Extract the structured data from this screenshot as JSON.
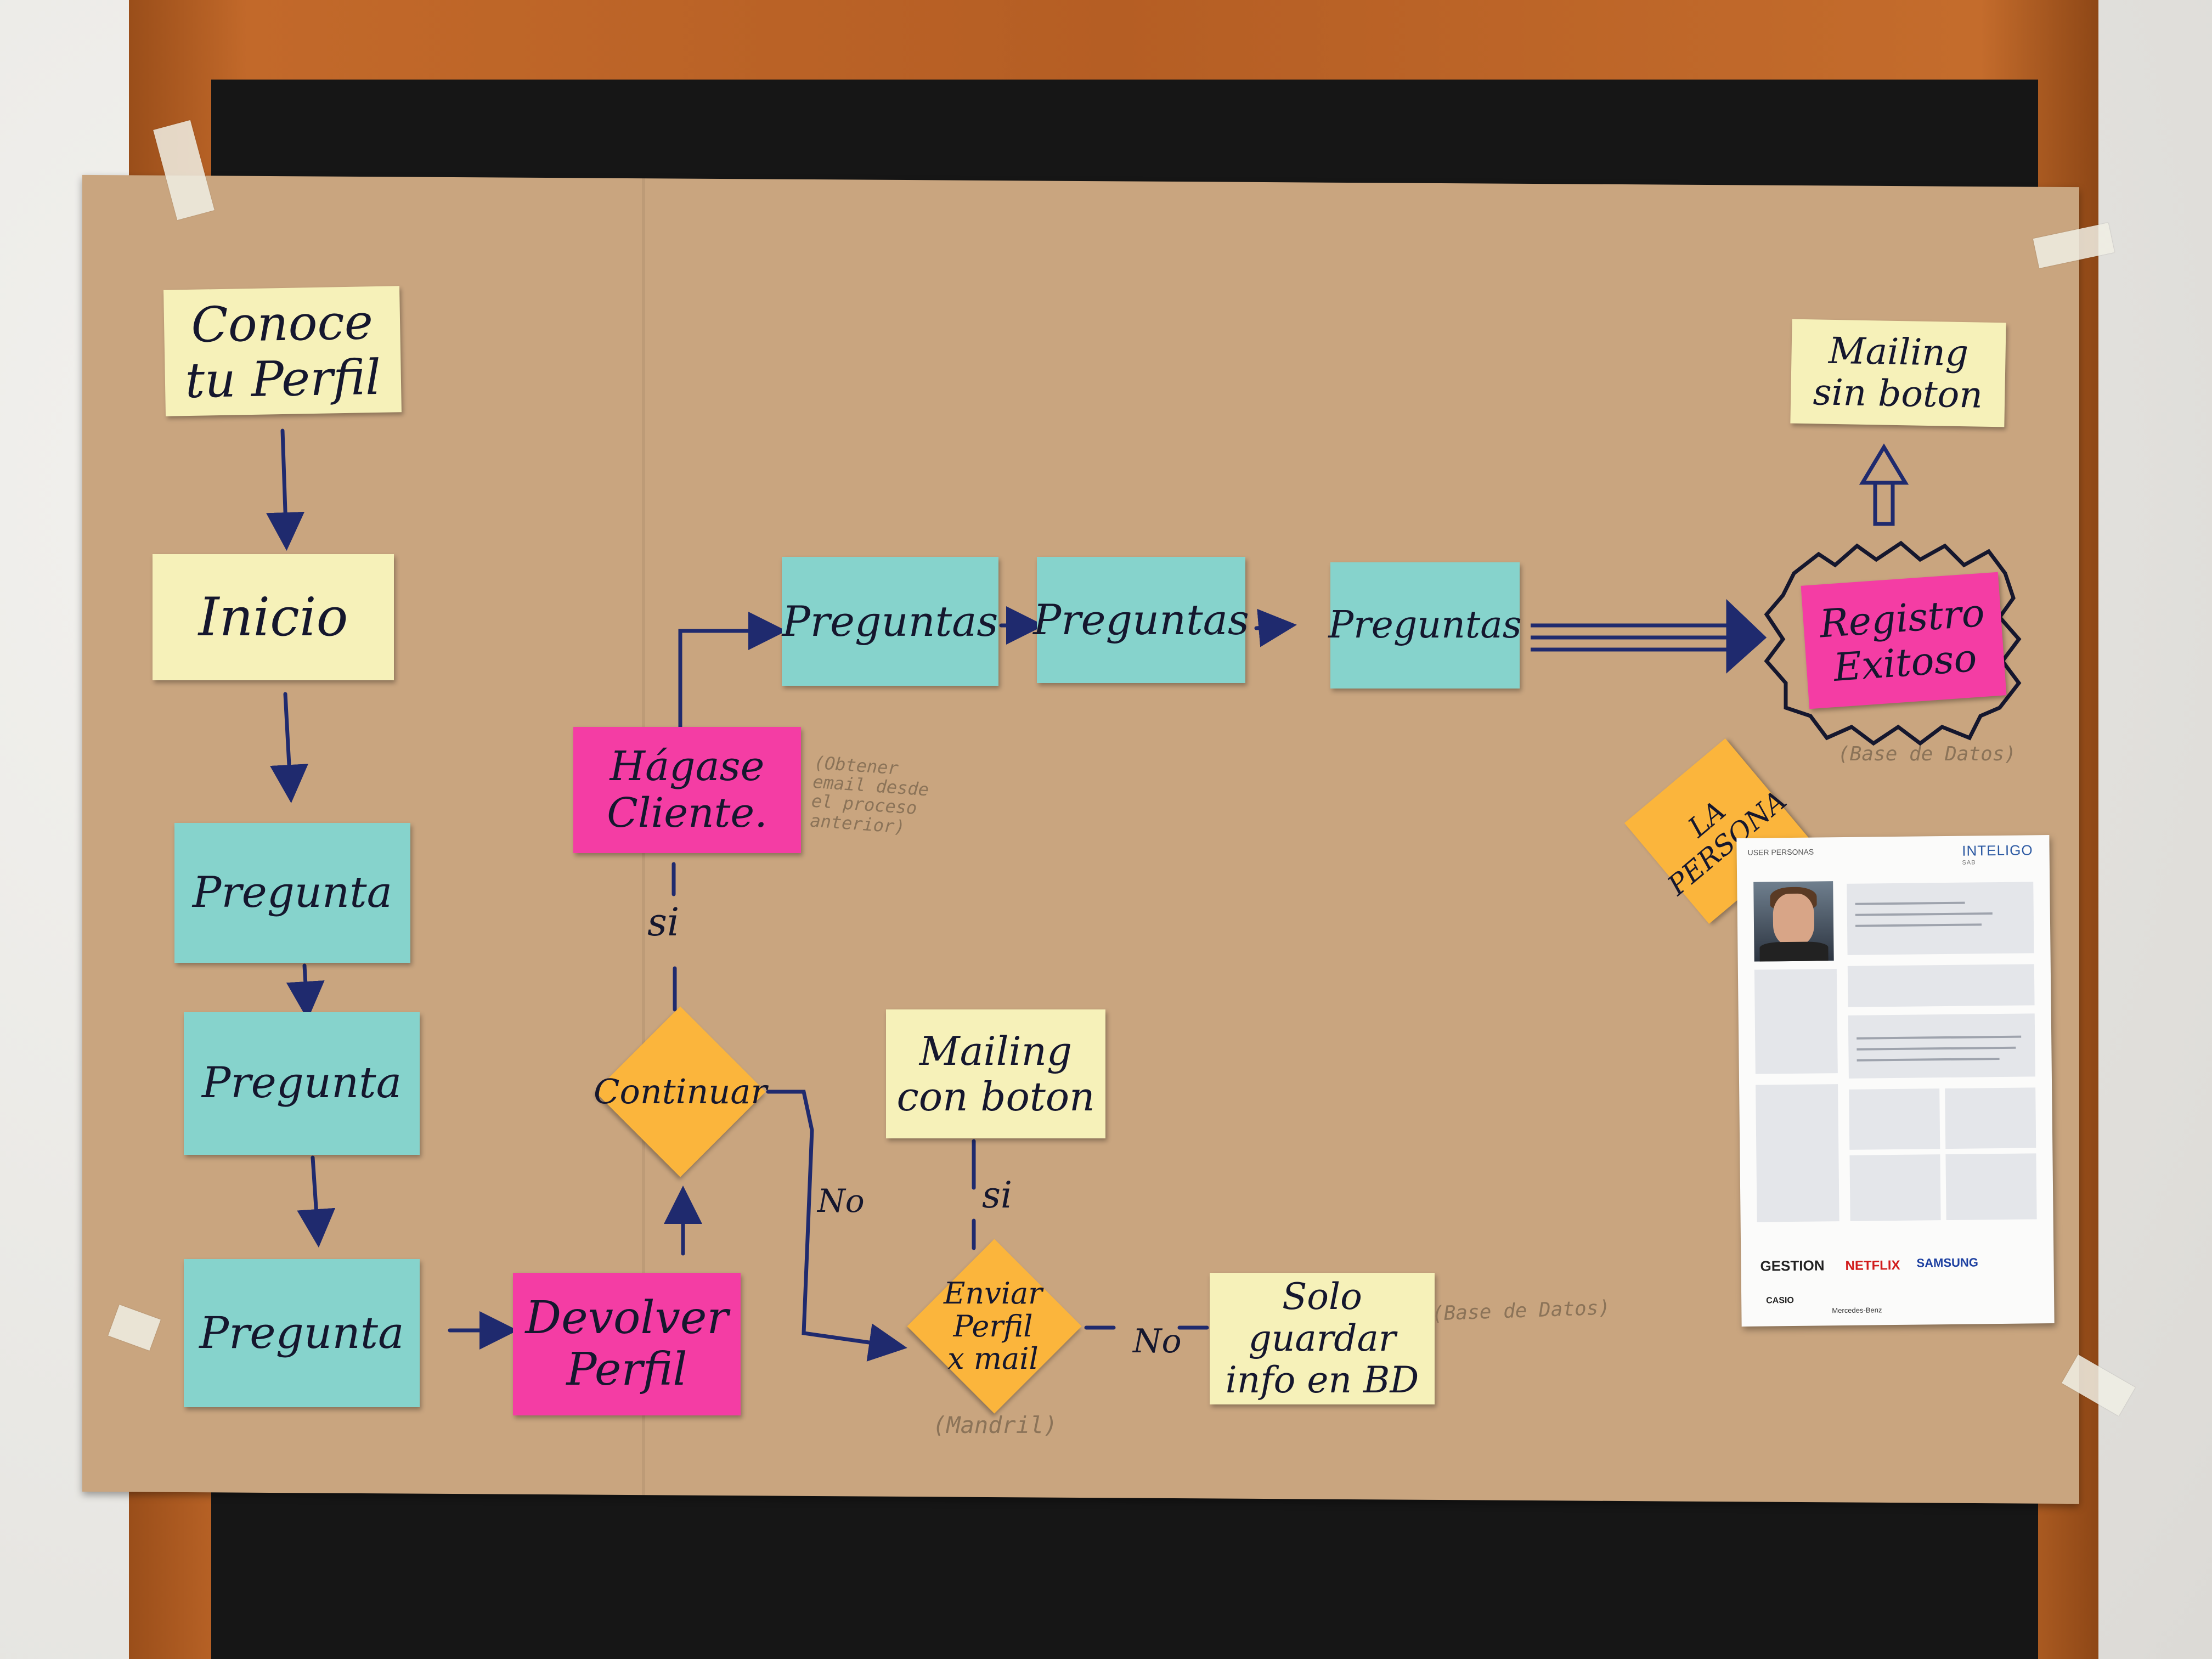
{
  "colors": {
    "yellow": "#f6f1b9",
    "teal": "#86d3cc",
    "pink": "#f43da4",
    "orange": "#fbb53c",
    "ink": "#15172e",
    "kraft": "#c9a57f"
  },
  "nodes": {
    "conoce": "Conoce\ntu Perfil",
    "inicio": "Inicio",
    "pregunta1": "Pregunta",
    "pregunta2": "Pregunta",
    "pregunta3": "Pregunta",
    "devolver": "Devolver\nPerfil",
    "continuar": "Continuar",
    "hagase": "Hágase\nCliente.",
    "preguntas1": "Preguntas",
    "preguntas2": "Preguntas",
    "preguntas3": "Preguntas",
    "registro": "Registro\nExitoso",
    "mailing_sin": "Mailing\nsin boton",
    "enviar": "Enviar\nPerfil\nx mail",
    "mailing_con": "Mailing\ncon boton",
    "solo_guardar": "Solo guardar\ninfo en BD",
    "la_persona": "LA\nPERSONA"
  },
  "edge_labels": {
    "si_continuar": "si",
    "no_continuar": "No",
    "si_enviar": "si",
    "no_enviar": "No"
  },
  "annotations": {
    "obtener_email": "(Obtener\nemail desde\nel proceso\nanterior)",
    "base_datos_registro": "(Base de Datos)",
    "base_datos_solo": "(Base de Datos)",
    "mandril": "(Mandril)"
  },
  "persona_sheet": {
    "header": "USER PERSONAS",
    "brand": "INTELIGO",
    "brand_sub": "SAB",
    "logo_gestion": "GESTION",
    "logo_netflix": "NETFLIX",
    "logo_samsung": "SAMSUNG",
    "logo_casio": "CASIO",
    "logo_mercedes": "Mercedes-Benz"
  }
}
